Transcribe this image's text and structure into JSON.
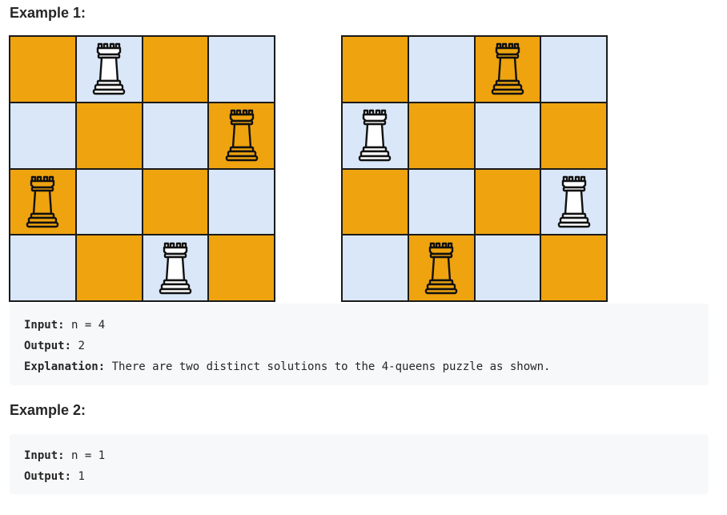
{
  "example1": {
    "title": "Example 1:",
    "boards": [
      {
        "queens": [
          1,
          3,
          0,
          2
        ]
      },
      {
        "queens": [
          2,
          0,
          3,
          1
        ]
      }
    ],
    "input_label": "Input:",
    "input_value": " n = 4",
    "output_label": "Output:",
    "output_value": " 2",
    "explanation_label": "Explanation:",
    "explanation_value": " There are two distinct solutions to the 4-queens puzzle as shown."
  },
  "example2": {
    "title": "Example 2:",
    "input_label": "Input:",
    "input_value": " n = 1",
    "output_label": "Output:",
    "output_value": " 1"
  },
  "colors": {
    "dark_square": "#eea30f",
    "light_square": "#d9e7f9",
    "border": "#1a1a1a"
  },
  "icons": {
    "queen": "chess-queen-icon"
  }
}
